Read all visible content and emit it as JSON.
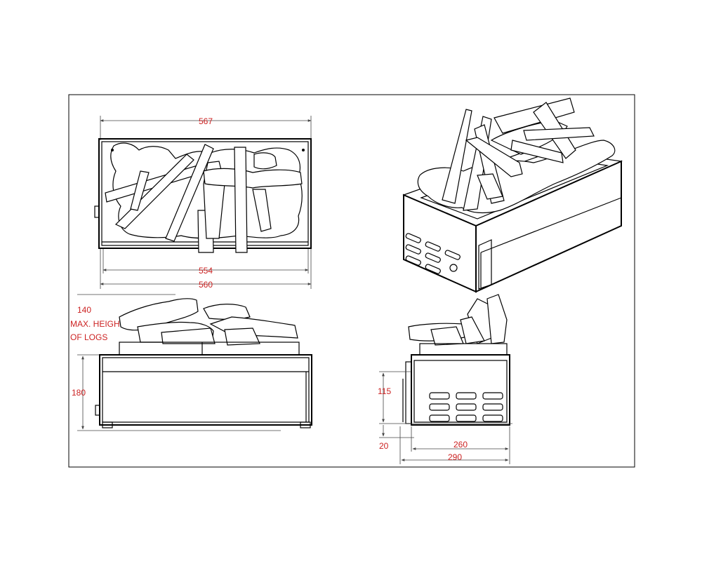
{
  "front_view": {
    "dim_overall": "567",
    "dim_inner": "554",
    "dim_base": "560"
  },
  "elevation_view": {
    "dim_logs": "140",
    "note_line1": "MAX. HEIGHT",
    "note_line2": "OF LOGS",
    "dim_height": "180"
  },
  "side_view": {
    "dim_body": "115",
    "dim_foot": "20",
    "dim_depth_inner": "260",
    "dim_depth_outer": "290"
  },
  "colors": {
    "dimension_text": "#cc2222",
    "lines": "#000000"
  }
}
